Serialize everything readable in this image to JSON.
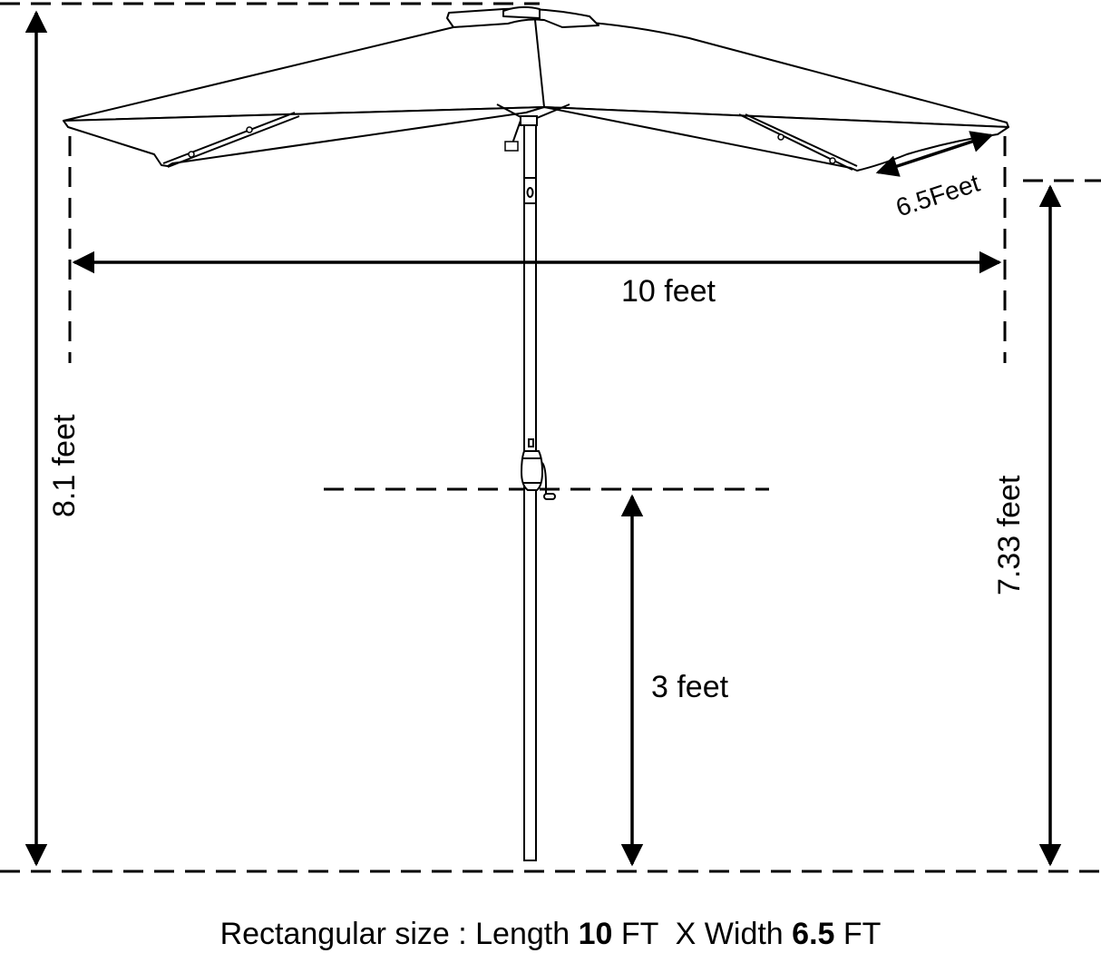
{
  "diagram": {
    "subject": "rectangular patio umbrella dimensions",
    "line_color": "#000000",
    "background": "#ffffff",
    "dimensions": {
      "total_height": {
        "label": "8.1 feet",
        "value": 8.1,
        "unit": "feet",
        "orientation": "vertical-left"
      },
      "length": {
        "label": "10 feet",
        "value": 10,
        "unit": "feet",
        "orientation": "horizontal"
      },
      "width": {
        "label": "6.5Feet",
        "value": 6.5,
        "unit": "feet",
        "orientation": "diagonal"
      },
      "clearance_height": {
        "label": "7.33 feet",
        "value": 7.33,
        "unit": "feet",
        "orientation": "vertical-right"
      },
      "crank_height": {
        "label": "3 feet",
        "value": 3,
        "unit": "feet",
        "orientation": "vertical-center"
      }
    },
    "caption": {
      "prefix": "Rectangular size : Length ",
      "length_value": "10",
      "length_unit": " FT  X Width ",
      "width_value": "6.5",
      "width_unit": " FT"
    }
  }
}
